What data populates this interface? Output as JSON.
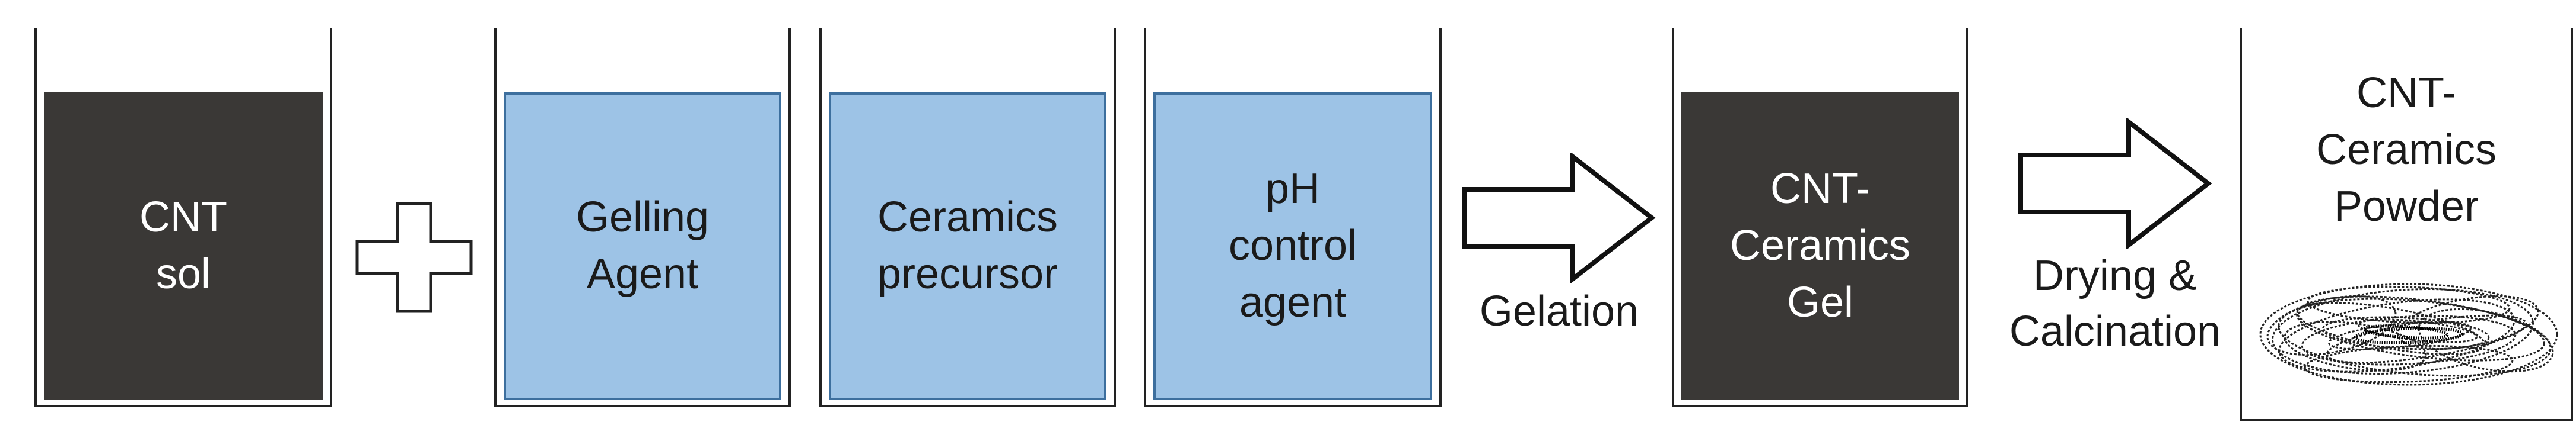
{
  "steps": {
    "cnt_sol": "CNT\nsol",
    "gelling_agent": "Gelling\nAgent",
    "ceramics_precursor": "Ceramics\nprecursor",
    "ph_control_agent": "pH\ncontrol\nagent",
    "cnt_ceramics_gel": "CNT-\nCeramics\nGel",
    "cnt_ceramics_powder": "CNT-\nCeramics\nPowder"
  },
  "operations": {
    "gelation": "Gelation",
    "drying_calcination": "Drying &\nCalcination"
  },
  "colors": {
    "dark_fill": "#3a3836",
    "blue_fill": "#9dc3e6",
    "blue_border": "#3d6f9e",
    "outline": "#222222"
  },
  "icons": [
    "plus-icon",
    "right-arrow-icon",
    "right-arrow-icon",
    "powder-scribble-icon"
  ]
}
